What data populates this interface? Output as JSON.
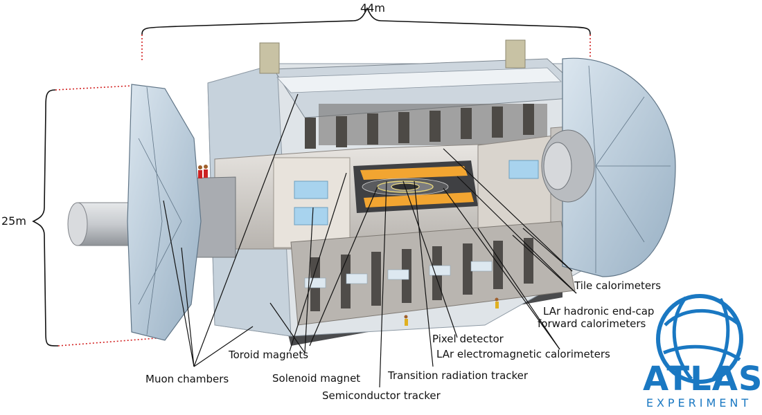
{
  "dimensions": {
    "length": "44m",
    "height": "25m"
  },
  "labels": {
    "tile_calorimeters": "Tile calorimeters",
    "lar_hadronic_line1": "LAr hadronic end-cap",
    "lar_hadronic_line2": "forward calorimeters",
    "pixel_detector": "Pixel detector",
    "lar_em": "LAr electromagnetic calorimeters",
    "toroid_magnets": "Toroid magnets",
    "muon_chambers": "Muon chambers",
    "solenoid_magnet": "Solenoid magnet",
    "trt": "Transition radiation tracker",
    "sct": "Semiconductor tracker"
  },
  "logo": {
    "word": "ATLAS",
    "sub": "EXPERIMENT"
  },
  "colors": {
    "logo_blue": "#1a78c2",
    "calorimeter_orange": "#f2a531",
    "dim_marker_red": "#d21f1f"
  }
}
